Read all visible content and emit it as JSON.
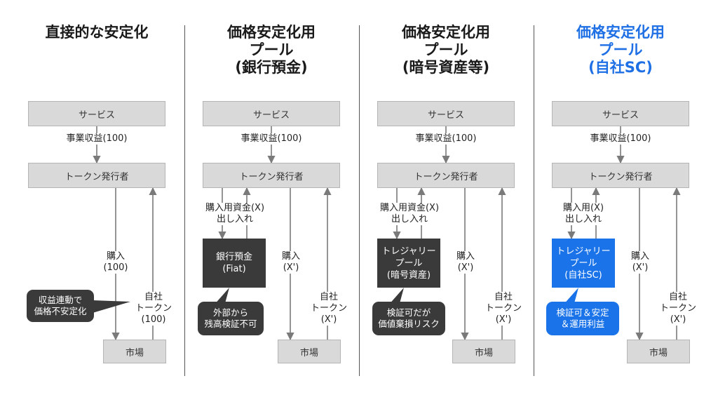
{
  "columns": [
    {
      "title": "直接的な安定化",
      "service": "サービス",
      "revenue": "事業収益(100)",
      "issuer": "トークン発行者",
      "market": "市場",
      "buy": "購入\n(100)",
      "own_token": "自社\nトークン\n(100)",
      "callout": "収益連動で\n価格不安定化"
    },
    {
      "title": "価格安定化用\nプール\n(銀行預金)",
      "service": "サービス",
      "revenue": "事業収益(100)",
      "issuer": "トークン発行者",
      "market": "市場",
      "funds": "購入用資金(X)\n出し入れ",
      "pool": "銀行預金\n(Fiat)",
      "buy": "購入\n(X')",
      "own_token": "自社\nトークン\n(X')",
      "callout": "外部から\n残高検証不可"
    },
    {
      "title": "価格安定化用\nプール\n(暗号資産等)",
      "service": "サービス",
      "revenue": "事業収益(100)",
      "issuer": "トークン発行者",
      "market": "市場",
      "funds": "購入用資金(X)\n出し入れ",
      "pool": "トレジャリー\nプール\n(暗号資産)",
      "buy": "購入\n(X')",
      "own_token": "自社\nトークン\n(X')",
      "callout": "検証可だが\n価値棄損リスク"
    },
    {
      "title": "価格安定化用\nプール\n(自社SC)",
      "service": "サービス",
      "revenue": "事業収益(100)",
      "issuer": "トークン発行者",
      "market": "市場",
      "funds": "購入用(X)\n出し入れ",
      "pool": "トレジャリー\nプール\n(自社SC)",
      "buy": "購入\n(X')",
      "own_token": "自社\nトークン\n(X')",
      "callout": "検証可＆安定\n＆運用利益"
    }
  ],
  "colors": {
    "accent": "#1f6fe5",
    "box_gray": "#d9d9d9",
    "dark": "#3a3a3a",
    "pool_blue": "#1a73e8"
  }
}
